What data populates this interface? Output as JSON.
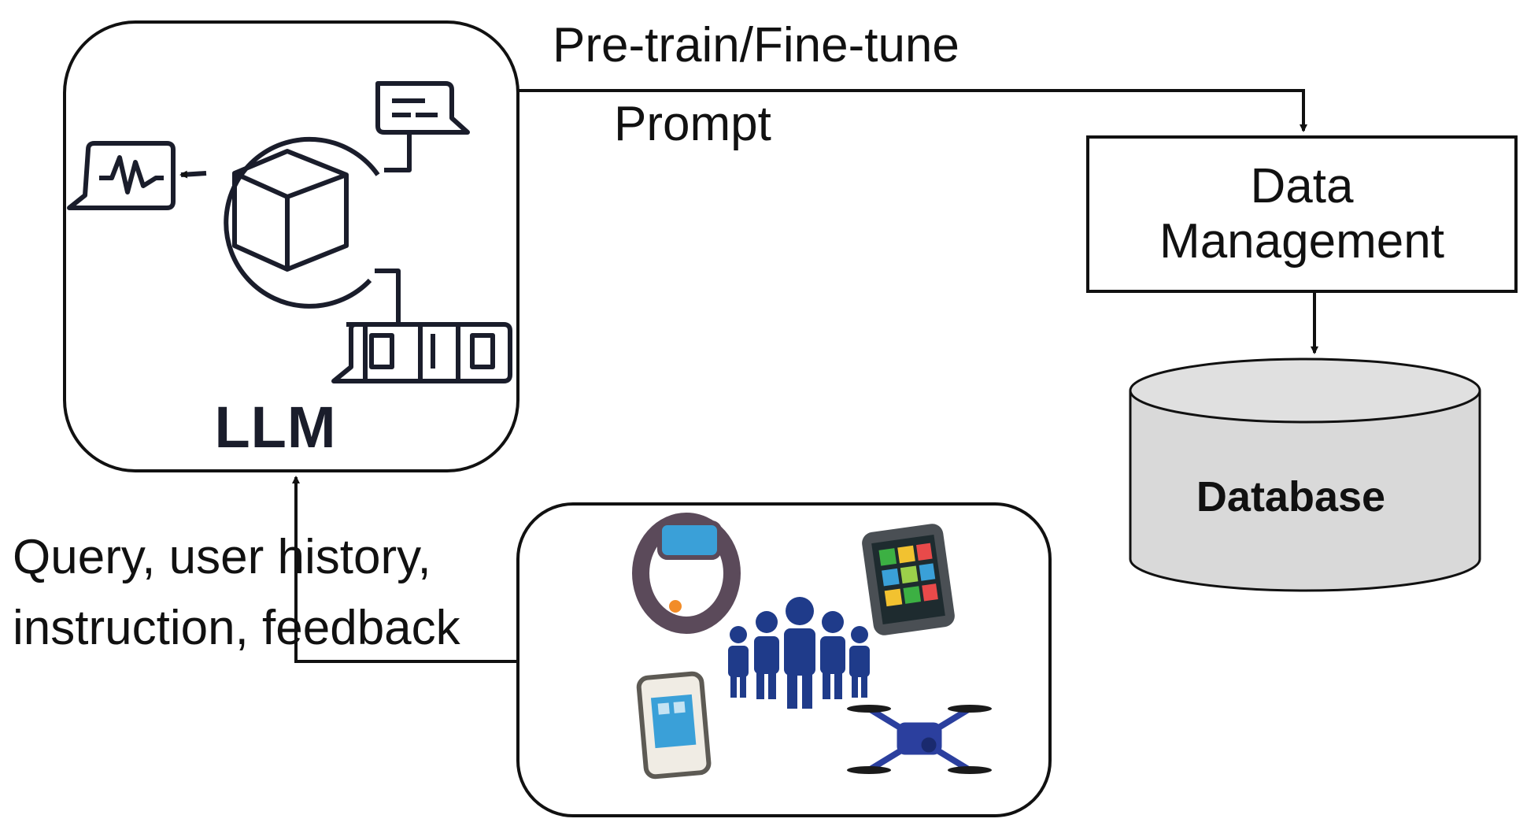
{
  "edges": {
    "pretrain_label": "Pre-train/Fine-tune",
    "prompt_label": "Prompt",
    "query_line1": "Query, user  history,",
    "query_line2": "instruction, feedback"
  },
  "nodes": {
    "llm_label": "LLM",
    "data_management_line1": "Data",
    "data_management_line2": "Management",
    "database_label": "Database"
  },
  "icons": {
    "llm": [
      "cube-icon",
      "signal-speech-bubble-icon",
      "text-speech-bubble-icon",
      "binary-speech-bubble-icon"
    ],
    "devices": [
      "smartwatch-icon",
      "tablet-icon",
      "people-group-icon",
      "thermostat-icon",
      "drone-icon"
    ]
  },
  "colors": {
    "line": "#111111",
    "database_fill": "#d9d9d9",
    "people": "#1f3b8a",
    "drone": "#2b3f9e",
    "llm_icon": "#1a1d2b"
  }
}
